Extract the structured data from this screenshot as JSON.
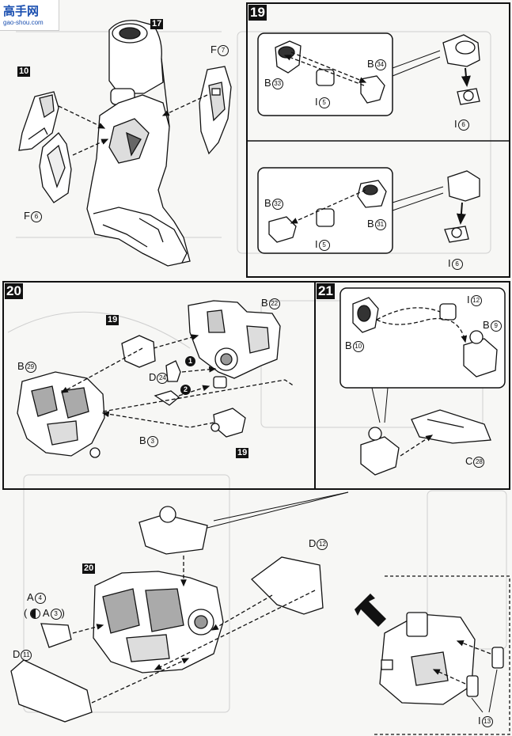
{
  "watermark": {
    "name": "高手网",
    "url": "gao-shou.com"
  },
  "steps": {
    "s19": "19",
    "s20": "20",
    "s21": "21",
    "ref17": "17",
    "ref10": "10",
    "ref19a": "19",
    "ref19b": "19",
    "ref20": "20"
  },
  "bullets": {
    "one": "1",
    "two": "2"
  },
  "labels": {
    "f7": {
      "letter": "F",
      "num": "7"
    },
    "f6": {
      "letter": "F",
      "num": "6"
    },
    "b33": {
      "letter": "B",
      "num": "33"
    },
    "b34": {
      "letter": "B",
      "num": "34"
    },
    "i5a": {
      "letter": "I",
      "num": "5"
    },
    "i6a": {
      "letter": "I",
      "num": "6"
    },
    "b32": {
      "letter": "B",
      "num": "32"
    },
    "b31": {
      "letter": "B",
      "num": "31"
    },
    "i5b": {
      "letter": "I",
      "num": "5"
    },
    "i6b": {
      "letter": "I",
      "num": "6"
    },
    "b22": {
      "letter": "B",
      "num": "22"
    },
    "b29": {
      "letter": "B",
      "num": "29"
    },
    "d24": {
      "letter": "D",
      "num": "24"
    },
    "b3": {
      "letter": "B",
      "num": "3"
    },
    "i12": {
      "letter": "I",
      "num": "12"
    },
    "b9": {
      "letter": "B",
      "num": "9"
    },
    "b10": {
      "letter": "B",
      "num": "10"
    },
    "c28": {
      "letter": "C",
      "num": "28"
    },
    "d12": {
      "letter": "D",
      "num": "12"
    },
    "a4": {
      "letter": "A",
      "num": "4"
    },
    "a3": {
      "letter": "A",
      "num": "3"
    },
    "d11": {
      "letter": "D",
      "num": "11"
    },
    "i13": {
      "letter": "I",
      "num": "13"
    }
  },
  "paren_open": "(",
  "paren_close": ")"
}
